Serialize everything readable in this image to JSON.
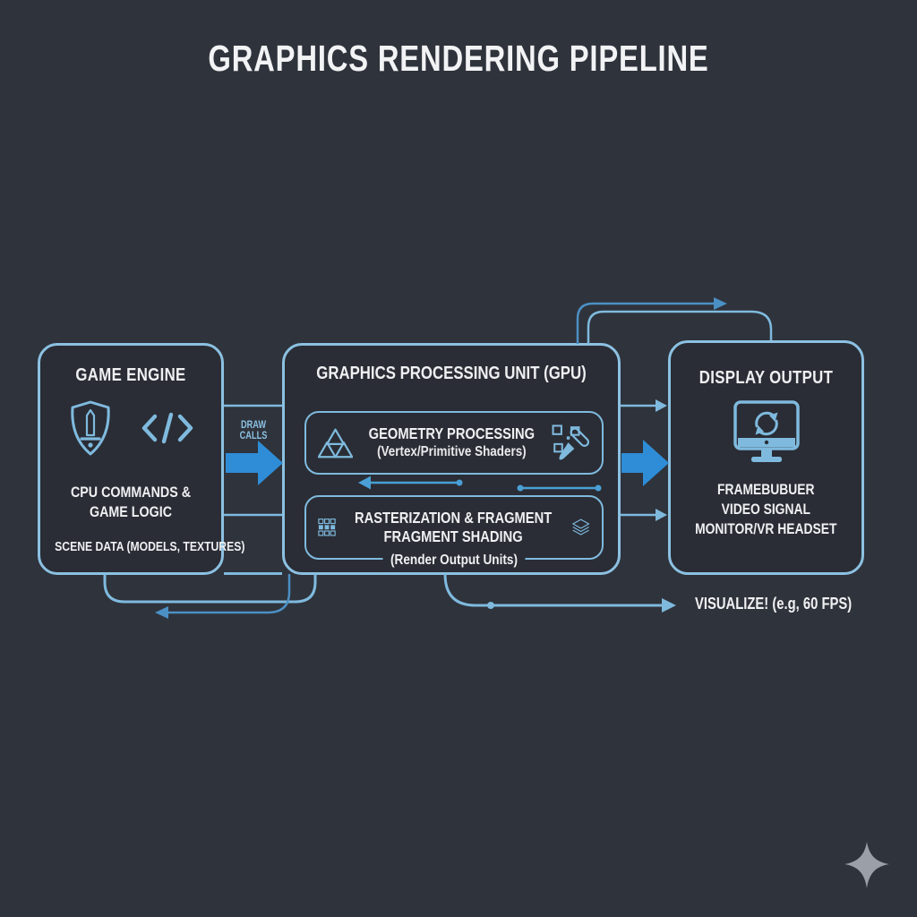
{
  "title": "GRAPHICS RENDERING PIPELINE",
  "colors": {
    "background": "#2f333b",
    "box_fill": "#2a2d35",
    "box_border_blue": "#8cc1e2",
    "line_blue_light": "#7fbade",
    "line_blue_dark": "#4b90c4",
    "solid_arrow_blue": "#2e8dd6",
    "text_white": "#eef0f2",
    "sparkle_gray": "#9ba0a8"
  },
  "game_engine": {
    "title": "GAME ENGINE",
    "icons": [
      "shield-sword-icon",
      "code-icon"
    ],
    "line1": "CPU COMMANDS &",
    "line2": "GAME LOGIC",
    "line3": "SCENE DATA (MODELS, TEXTURES)"
  },
  "gpu": {
    "title": "GRAPHICS PROCESSING UNIT (GPU)",
    "geometry": {
      "title": "GEOMETRY PROCESSING",
      "subtitle": "(Vertex/Primitive Shaders)",
      "icons": [
        "triangles-icon",
        "brush-icon"
      ]
    },
    "rasterization": {
      "line1": "RASTERIZATION & FRAGMENT",
      "line2": "FRAGMENT SHADING",
      "subtitle": "(Render Output Units)",
      "icons": [
        "pixel-grid-icon",
        "layers-icon"
      ]
    }
  },
  "display_output": {
    "title": "DISPLAY OUTPUT",
    "icon": "monitor-refresh-icon",
    "line1": "FRAMEBUBUER",
    "line2": "VIDEO SIGNAL",
    "line3": "MONITOR/VR HEADSET"
  },
  "labels": {
    "draw_calls": "DRAW CALLS",
    "visualize": "VISUALIZE! (e.g, 60 FPS)"
  },
  "decorations": {
    "sparkle": "sparkle-icon"
  }
}
